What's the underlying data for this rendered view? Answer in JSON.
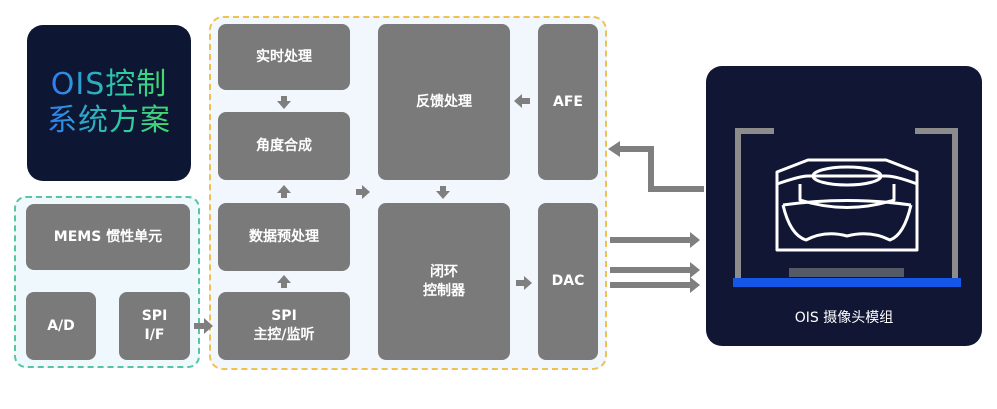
{
  "title": {
    "line1": "OIS控制",
    "line2": "系统方案"
  },
  "blocks": {
    "mems": "MEMS 惯性单元",
    "ad": "A/D",
    "spi_if": [
      "SPI",
      "I/F"
    ],
    "realtime": "实时处理",
    "angle": "角度合成",
    "preprocess": "数据预处理",
    "spi_master": [
      "SPI",
      "主控/监听"
    ],
    "feedback": "反馈处理",
    "closed_loop": [
      "闭环",
      "控制器"
    ],
    "afe": "AFE",
    "dac": "DAC"
  },
  "camera": {
    "label": "OIS 摄像头模组"
  },
  "colors": {
    "block": "#7a7a7a",
    "dark_panel": "#0d1633",
    "group_green": "#56c6a0",
    "group_yellow": "#f0c14e",
    "sensor_blue": "#1457e8",
    "arrow": "#7f7f7f"
  }
}
